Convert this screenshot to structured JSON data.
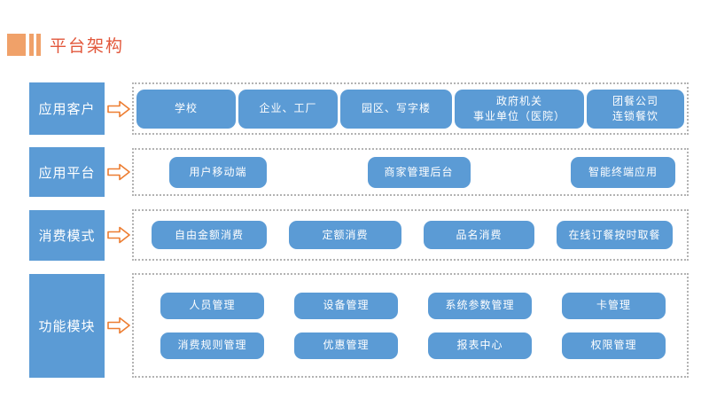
{
  "title": {
    "text": "平台架构"
  },
  "colors": {
    "box_blue": "#5B9BD5",
    "arrow_orange": "#ED7D31",
    "title_red": "#E2573B",
    "title_marks_orange": "#F0A169",
    "dotted_border_gray": "#B3B3B3"
  },
  "rows": [
    {
      "label": "应用客户",
      "items": [
        "学校",
        "企业、工厂",
        "园区、写字楼",
        "政府机关\n事业单位（医院）",
        "团餐公司\n连锁餐饮"
      ]
    },
    {
      "label": "应用平台",
      "items": [
        "用户移动端",
        "商家管理后台",
        "智能终端应用"
      ]
    },
    {
      "label": "消费模式",
      "items": [
        "自由金额消费",
        "定额消费",
        "品名消费",
        "在线订餐按时取餐"
      ]
    },
    {
      "label": "功能模块",
      "items_row1": [
        "人员管理",
        "设备管理",
        "系统参数管理",
        "卡管理"
      ],
      "items_row2": [
        "消费规则管理",
        "优惠管理",
        "报表中心",
        "权限管理"
      ]
    }
  ]
}
